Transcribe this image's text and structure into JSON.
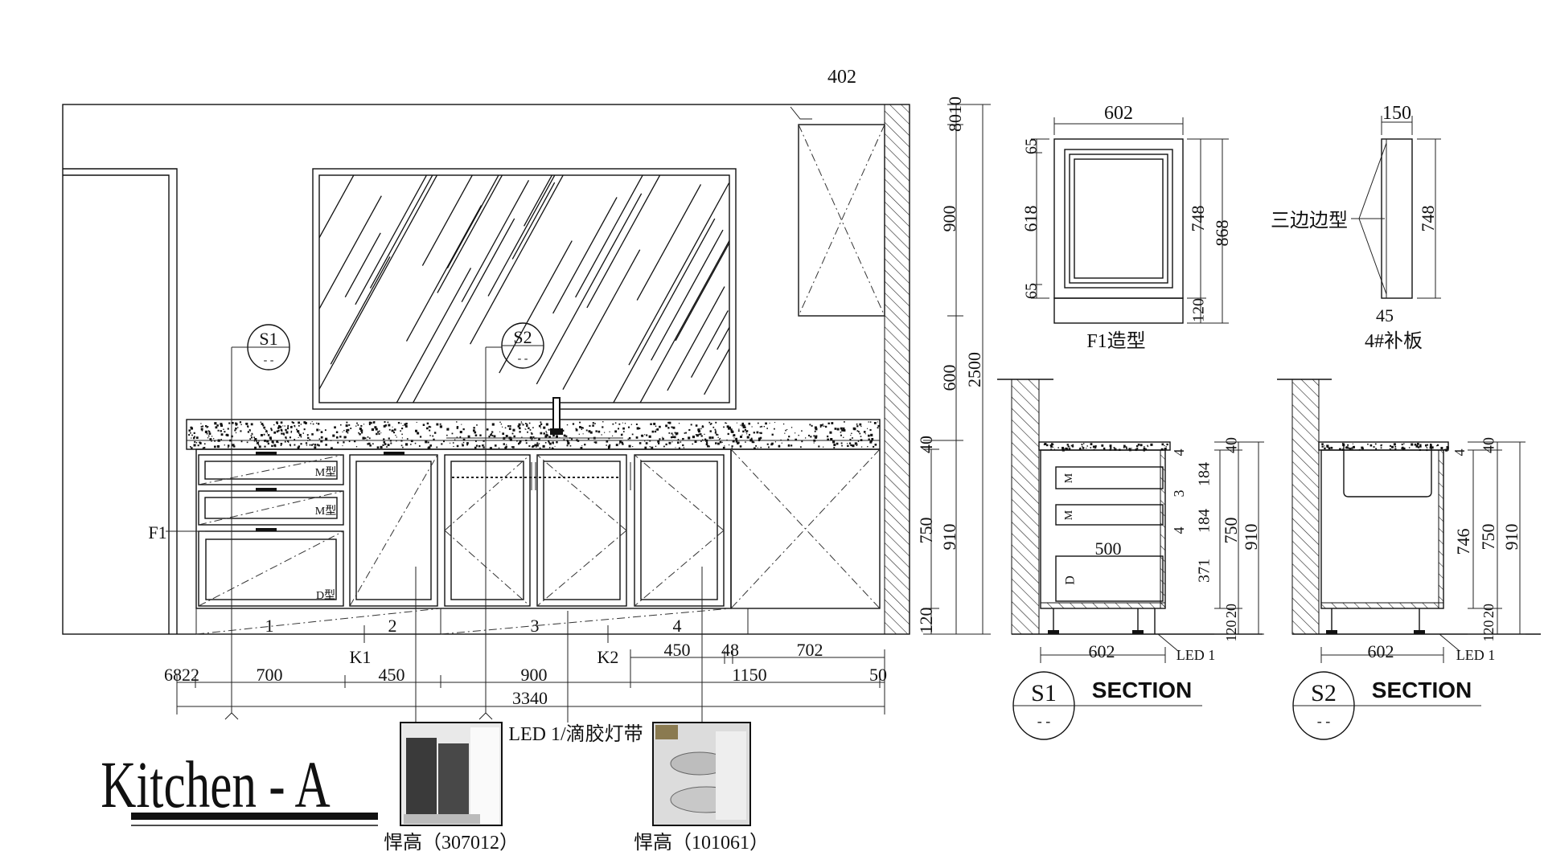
{
  "title": "Kitchen - A",
  "led_note": "LED 1/滴胶灯带",
  "products": [
    {
      "label": "悍高（307012）"
    },
    {
      "label": "悍高（101061）"
    }
  ],
  "elevation": {
    "dims": {
      "top_402": "402",
      "h_6822": "6822",
      "h_700": "700",
      "h_450": "450",
      "h_900": "900",
      "h_1150": "1150",
      "h_50": "50",
      "total_3340": "3340",
      "u_450": "450",
      "u_48": "48",
      "u_702": "702",
      "v_8010": "8010",
      "v_900": "900",
      "v_600": "600",
      "v_2500": "2500",
      "v_40": "40",
      "v_750": "750",
      "v_910": "910",
      "v_120": "120"
    },
    "labels": {
      "k1": "K1",
      "k2": "K2",
      "c1": "1",
      "c2": "2",
      "c3": "3",
      "c4": "4",
      "f1": "F1",
      "m1": "M型",
      "m2": "M型",
      "d": "D型",
      "s1": "S1",
      "s2": "S2",
      "s1_sub": "- -",
      "s2_sub": "- -"
    }
  },
  "detail_f1": {
    "w_602": "602",
    "v_65a": "65",
    "v_618": "618",
    "v_65b": "65",
    "v_748": "748",
    "v_868": "868",
    "v_120": "120",
    "caption": "F1造型"
  },
  "detail_4": {
    "w_150": "150",
    "note": "三边边型",
    "v_748": "748",
    "w_45": "45",
    "caption": "4#补板"
  },
  "section_s1": {
    "v_4a": "4",
    "v_184a": "184",
    "v_3": "3",
    "v_184b": "184",
    "v_4b": "4",
    "w_500": "500",
    "v_371": "371",
    "v_750": "750",
    "v_910": "910",
    "v_40": "40",
    "v_20": "20",
    "v_120": "120",
    "w_602": "602",
    "led": "LED 1",
    "drawer_m1": "M",
    "drawer_m2": "M",
    "drawer_d": "D",
    "tag": "S1",
    "tag_sub": "- -",
    "heading": "SECTION"
  },
  "section_s2": {
    "v_4": "4",
    "v_746": "746",
    "v_750": "750",
    "v_910": "910",
    "v_40": "40",
    "v_20": "20",
    "v_120": "120",
    "w_602": "602",
    "led": "LED 1",
    "tag": "S2",
    "tag_sub": "- -",
    "heading": "SECTION"
  }
}
